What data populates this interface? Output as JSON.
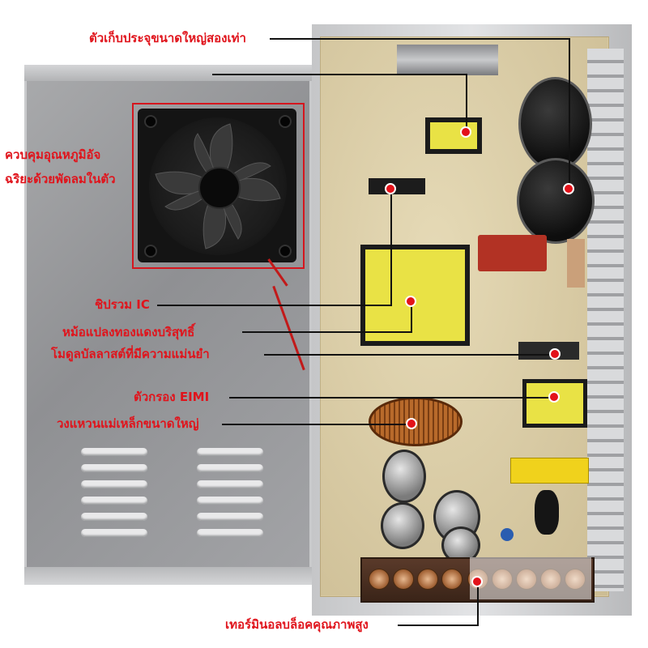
{
  "callouts": {
    "capacitors": "ตัวเก็บประจุขนาดใหญ่สองเท่า",
    "fan_line1": "ควบคุมอุณหภูมิอัจ",
    "fan_line2": "ฉริยะด้วยพัดลมในตัว",
    "ic_chip": "ชิปรวม IC",
    "transformer": "หม้อแปลงทองแดงบริสุทธิ์",
    "ballast_module": "โมดูลบัลลาสต์ที่มีความแม่นยำ",
    "emi_filter": "ตัวกรอง EIMI",
    "magnetic_ring": "วงแหวนแม่เหล็กขนาดใหญ่",
    "terminal_block": "เทอร์มินอลบล็อคคุณภาพสูง"
  },
  "colors": {
    "callout_text": "#e0141c",
    "callout_dot": "#e3121a",
    "leader_line": "#111111",
    "highlight_box": "#d5161e"
  }
}
